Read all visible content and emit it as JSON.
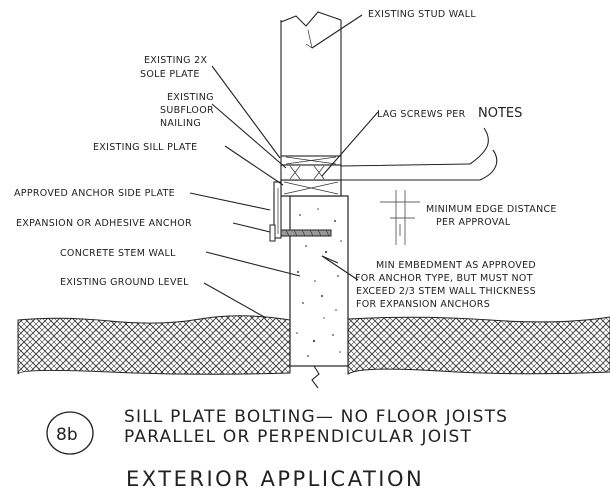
{
  "labels": {
    "existing_stud_wall": "EXISTING STUD WALL",
    "sole_plate_1": "EXISTING 2X",
    "sole_plate_2": "SOLE PLATE",
    "subfloor_1": "EXISTING",
    "subfloor_2": "SUBFLOOR",
    "subfloor_3": "NAILING",
    "lag_screws": "LAG SCREWS PER",
    "lag_screws_notes": "NOTES",
    "sill_plate": "EXISTING SILL PLATE",
    "anchor_side_plate": "APPROVED ANCHOR SIDE PLATE",
    "expansion_anchor": "EXPANSION OR ADHESIVE ANCHOR",
    "stem_wall": "CONCRETE STEM WALL",
    "ground_level": "EXISTING GROUND LEVEL",
    "edge_distance_1": "MINIMUM EDGE DISTANCE",
    "edge_distance_2": "PER APPROVAL",
    "embedment_1": "MIN EMBEDMENT AS APPROVED",
    "embedment_2": "FOR ANCHOR TYPE, BUT MUST NOT",
    "embedment_3": "EXCEED 2/3 STEM WALL THICKNESS",
    "embedment_4": "FOR EXPANSION ANCHORS"
  },
  "detail_id": "8b",
  "title_line_1": "SILL PLATE BOLTING— NO FLOOR JOISTS",
  "title_line_2": "PARALLEL OR PERPENDICULAR JOIST",
  "subtitle": "EXTERIOR APPLICATION"
}
